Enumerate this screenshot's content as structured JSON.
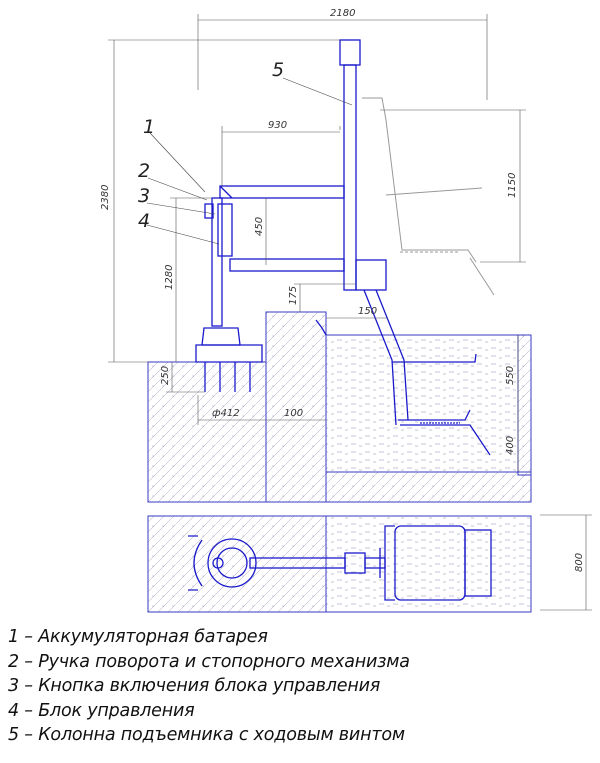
{
  "dimensions": {
    "overall_width": "2180",
    "overall_height": "2380",
    "arm_length": "930",
    "arm_gap": "450",
    "arm_height": "1280",
    "seat_travel": "1150",
    "step": "175",
    "offset": "150",
    "anchor_depth": "250",
    "base_diameter": "ф412",
    "edge_distance": "100",
    "seat_depth_upper": "550",
    "seat_depth_lower": "400",
    "plan_width": "800"
  },
  "callouts": [
    "1",
    "2",
    "3",
    "4",
    "5"
  ],
  "legend": [
    "1 – Аккумуляторная батарея",
    "2 – Ручка поворота и стопорного механизма",
    "3 – Кнопка включения блока управления",
    "4 – Блок управления",
    "5 – Колонна подъемника с ходовым винтом"
  ],
  "colors": {
    "structure": "#1a1acc",
    "ground": "#3a3ac0",
    "hatch": "#7a7aa8",
    "ghost": "#aaaaaa",
    "dim_line": "#555555"
  }
}
